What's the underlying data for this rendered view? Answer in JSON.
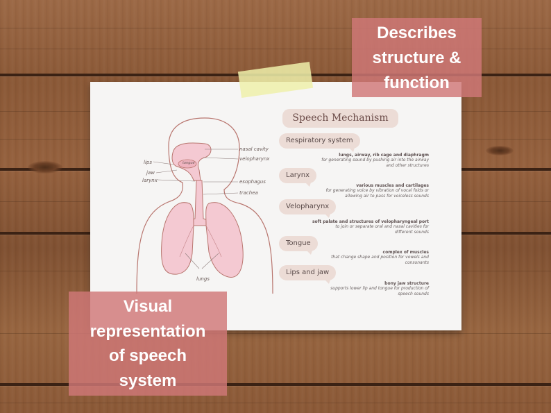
{
  "captions": {
    "top": [
      "Describes",
      "structure &",
      "function"
    ],
    "bottom": [
      "Visual",
      "representation",
      "of speech",
      "system"
    ]
  },
  "sheet": {
    "title": "Speech Mechanism",
    "diagram_labels": {
      "nasal_cavity": "nasal cavity",
      "velopharynx": "velopharynx",
      "lips": "lips",
      "tongue": "tongue",
      "jaw": "jaw",
      "larynx": "larynx",
      "esophagus": "esophagus",
      "trachea": "trachea",
      "lungs": "lungs"
    },
    "sections": [
      {
        "label": "Respiratory system",
        "bold": "lungs, airway, rib cage and diaphragm",
        "lines": [
          "for generating sound by pushing air into the airway",
          "and other structures"
        ]
      },
      {
        "label": "Larynx",
        "bold": "various muscles and cartilages",
        "lines": [
          "for generating voice by vibration of vocal folds or",
          "allowing air to pass for voiceless sounds"
        ]
      },
      {
        "label": "Velopharynx",
        "bold": "soft palate and structures of velopharyngeal port",
        "lines": [
          "to join or separate oral and nasal cavities for",
          "different sounds"
        ]
      },
      {
        "label": "Tongue",
        "bold": "complex of muscles",
        "lines": [
          "that change shape and position for vowels and",
          "consonants"
        ]
      },
      {
        "label": "Lips and jaw",
        "bold": "bony jaw structure",
        "lines": [
          "supports lower lip and tongue for production of",
          "speech sounds"
        ]
      }
    ]
  },
  "colors": {
    "caption_bg": "#d07878",
    "pill_bg": "#ecdcd6",
    "organ_fill": "#f4c9d2",
    "outline": "#b8756e"
  }
}
